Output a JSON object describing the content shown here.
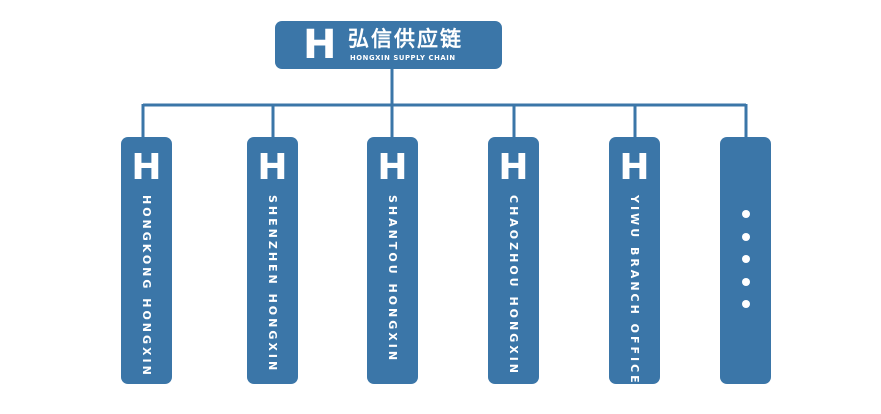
{
  "root": {
    "logo_letter": "H",
    "title": "弘信供应链",
    "subtitle": "HONGXIN SUPPLY CHAIN",
    "fill_color": "#3b76a8"
  },
  "branches": [
    {
      "logo_letter": "H",
      "name": "HONGKONG HONGXIN"
    },
    {
      "logo_letter": "H",
      "name": "SHENZHEN HONGXIN"
    },
    {
      "logo_letter": "H",
      "name": "SHANTOU HONGXIN"
    },
    {
      "logo_letter": "H",
      "name": "CHAOZHOU HONGXIN"
    },
    {
      "logo_letter": "H",
      "name": "YIWU BRANCH OFFICE"
    }
  ],
  "more": {
    "icon": "ellipsis-vertical-icon"
  },
  "colors": {
    "box": "#3b76a8",
    "line": "#3b76a8",
    "text": "#ffffff",
    "background": "#ffffff"
  }
}
